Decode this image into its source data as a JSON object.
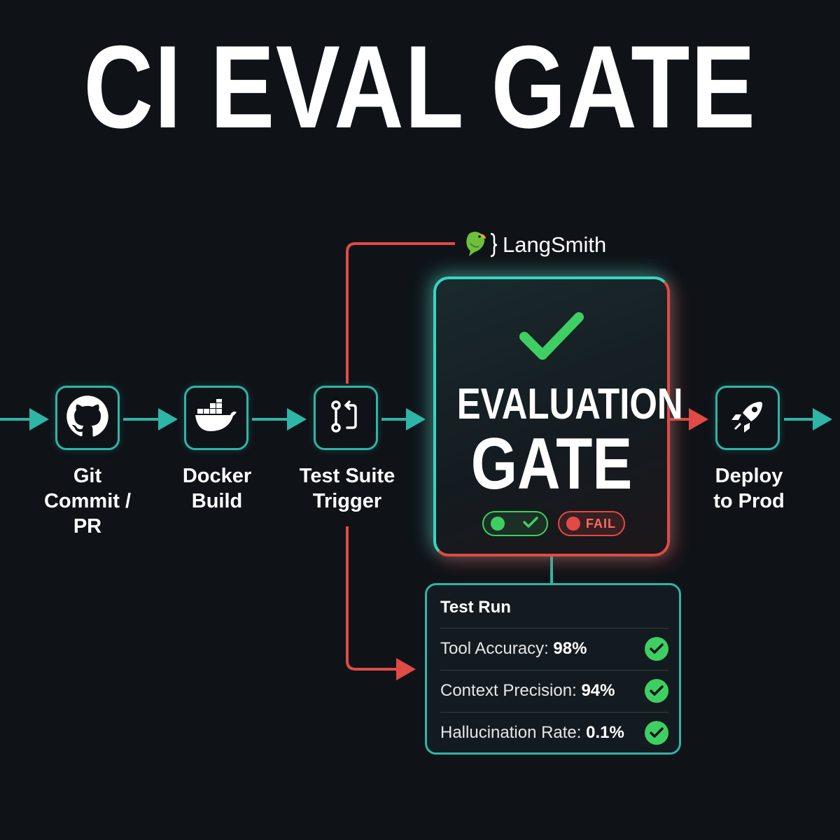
{
  "title": "CI EVAL GATE",
  "colors": {
    "teal": "#2fb5a6",
    "red": "#e14a47",
    "green": "#3ecf63",
    "background": "#0f1318"
  },
  "pipeline": [
    {
      "id": "git",
      "label_lines": [
        "Git",
        "Commit /",
        "PR"
      ],
      "icon": "github-icon"
    },
    {
      "id": "docker",
      "label_lines": [
        "Docker",
        "Build"
      ],
      "icon": "docker-whale-icon"
    },
    {
      "id": "tests",
      "label_lines": [
        "Test Suite",
        "Trigger"
      ],
      "icon": "git-pull-request-icon"
    },
    {
      "id": "deploy",
      "label_lines": [
        "Deploy",
        "to Prod"
      ],
      "icon": "rocket-icon"
    }
  ],
  "gate": {
    "word1": "EVALUATION",
    "word2": "GATE",
    "status_icon": "checkmark-icon",
    "fail_label": "FAIL"
  },
  "langsmith": {
    "label": "LangSmith",
    "icon": "parrot-icon"
  },
  "test_run": {
    "title": "Test Run",
    "metrics": [
      {
        "name": "Tool Accuracy:",
        "value": "98%"
      },
      {
        "name": "Context Precision:",
        "value": "94%"
      },
      {
        "name": "Hallucination Rate:",
        "value": "0.1%"
      }
    ]
  }
}
